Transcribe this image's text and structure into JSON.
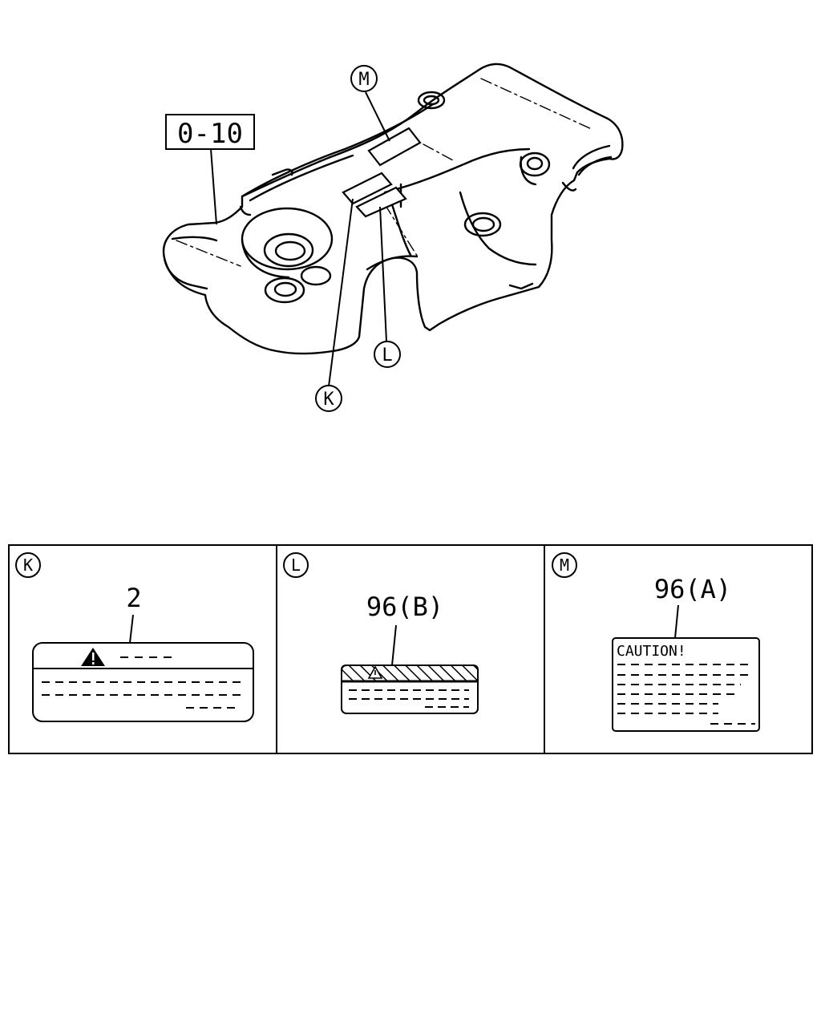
{
  "diagram": {
    "part_ref": "0-10",
    "callouts": {
      "K": "K",
      "L": "L",
      "M": "M"
    }
  },
  "labels_table": {
    "panels": [
      {
        "key": "K",
        "part_number": "2"
      },
      {
        "key": "L",
        "part_number": "96(B)"
      },
      {
        "key": "M",
        "part_number": "96(A)",
        "label_text": "CAUTION!"
      }
    ]
  }
}
